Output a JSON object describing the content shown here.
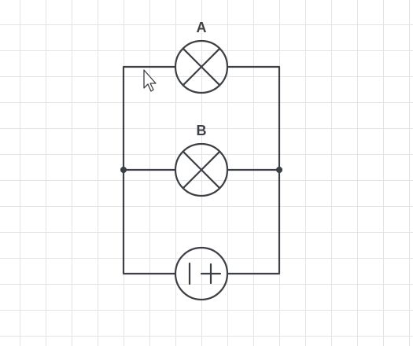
{
  "diagram": {
    "type": "electric-circuit",
    "grid": true,
    "colors": {
      "wire": "#3c3f44",
      "label": "#3c3f44",
      "grid": "#e3e3e3",
      "background": "#ffffff"
    },
    "components": [
      {
        "id": "lamp-a",
        "kind": "lamp",
        "label": "A"
      },
      {
        "id": "lamp-b",
        "kind": "lamp",
        "label": "B"
      },
      {
        "id": "battery",
        "kind": "dc-source",
        "label": ""
      }
    ],
    "connection": "parallel",
    "cursor_icon": "arrow-cursor-icon"
  }
}
